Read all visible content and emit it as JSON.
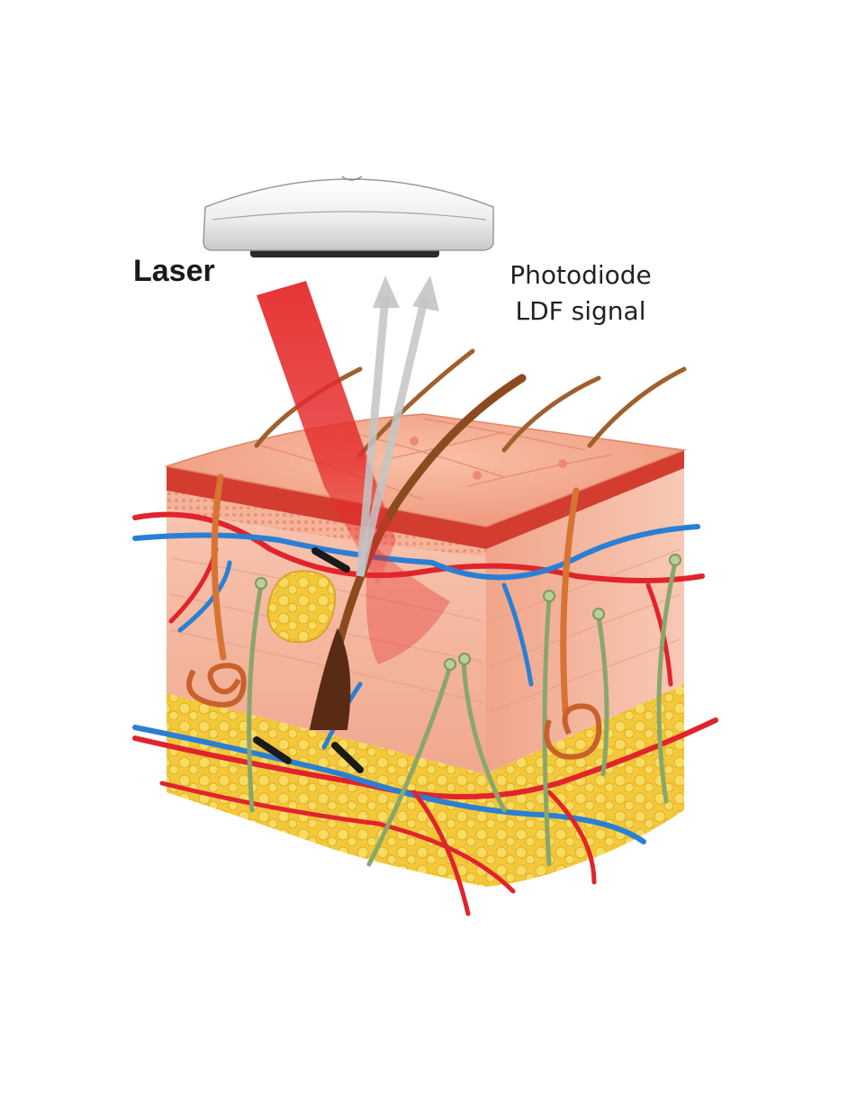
{
  "labels": {
    "laser": "Laser",
    "photodiode_line1": "Photodiode",
    "photodiode_line2": "LDF signal"
  },
  "colors": {
    "laser_beam": "#e52b2b",
    "skin_surface": "#f3a58b",
    "epidermis_edge": "#c9372c",
    "dermis": "#f4b9a0",
    "fat": "#f3c83a",
    "artery": "#e0242c",
    "vein": "#2a7fd4",
    "nerve": "#8aa66b",
    "hair": "#9a5a2a",
    "sweat_gland": "#d77434",
    "signal_arrow": "#c4c4c4"
  }
}
